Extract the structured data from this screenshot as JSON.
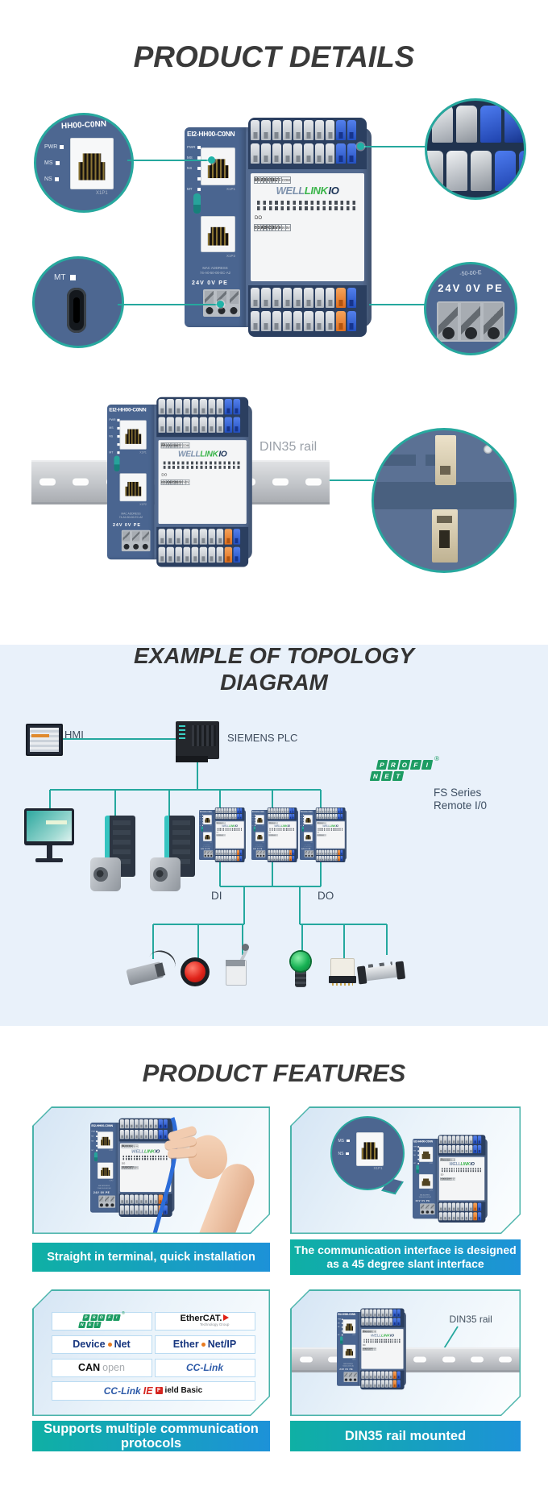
{
  "colors": {
    "teal_accent": "#25a89e",
    "caption_gradient_left": "#0fb0a4",
    "caption_gradient_right": "#1d92d8",
    "topology_bg": "#e9f1fa",
    "module_body": "#4d658d",
    "profinet_green": "#1d9c63",
    "brand_green": "#3ab54a",
    "terminal_blue": "#2350c0",
    "terminal_orange": "#df6f1e"
  },
  "product_details": {
    "title": "PRODUCT DETAILS",
    "callouts": {
      "rj45_model_fragment": "HH00-C0NN",
      "rj45_leds": [
        "PWR",
        "MS",
        "NS"
      ],
      "rj45_port": "X1P1",
      "mt_label": "MT",
      "power_label": "24V 0V PE",
      "power_mac_fragment": "-50-00-E"
    }
  },
  "module": {
    "model": "EI2-HH00-C0NN",
    "leds": [
      "PWR",
      "MS",
      "NS",
      "",
      "MT"
    ],
    "ports": [
      "X1P1",
      "X1P2"
    ],
    "di_label": "DI",
    "do_label": "DO",
    "com_label": "COM",
    "hex_high": [
      "8",
      "9",
      "A",
      "B",
      "C",
      "D",
      "E",
      "F"
    ],
    "hex_low": [
      "0",
      "1",
      "2",
      "3",
      "4",
      "5",
      "6",
      "7"
    ],
    "psu_cells": [
      "24V",
      "0V"
    ],
    "mac_label": "MAC ADDRESS",
    "mac_value": "74-A0-50-00-EC-A2",
    "power_terminals": "24V 0V PE",
    "brand": {
      "well": "WELL",
      "link": "LINK",
      "io": "IO"
    }
  },
  "din_section": {
    "label": "DIN35 rail"
  },
  "topology": {
    "title_line1": "EXAMPLE OF TOPOLOGY",
    "title_line2": "DIAGRAM",
    "hmi_label": "HMI",
    "plc_label": "SIEMENS  PLC",
    "profinet_top": [
      "P",
      "R",
      "O",
      "F",
      "I"
    ],
    "profinet_bottom": [
      "N",
      "E",
      "T"
    ],
    "profinet_reg": "®",
    "fs_line1": "FS Series",
    "fs_line2": "Remote I/0",
    "di_label": "DI",
    "do_label": "DO"
  },
  "features": {
    "title": "PRODUCT FEATURES",
    "cards": [
      {
        "caption": "Straight in terminal, quick installation"
      },
      {
        "caption_line1": "The communication interface is designed",
        "caption_line2": "as a 45 degree slant interface"
      },
      {
        "caption_line1": "Supports multiple communication",
        "caption_line2": "protocols"
      },
      {
        "caption": "DIN35 rail mounted",
        "din_label": "DIN35 rail"
      }
    ],
    "protocols": {
      "ethercat_main": "EtherCAT.",
      "ethercat_sub": "Technology Group",
      "devicenet_a": "Device",
      "devicenet_b": "Net",
      "ethernetip_a": "Ether",
      "ethernetip_b": "Net/IP",
      "canopen_a": "CAN",
      "canopen_b": "open",
      "cclink": "CC-Link",
      "cclink_ie_a": "CC-Link",
      "cclink_ie_b": "IE",
      "cclink_ie_c": "F",
      "cclink_ie_d": "ield Basic"
    }
  }
}
